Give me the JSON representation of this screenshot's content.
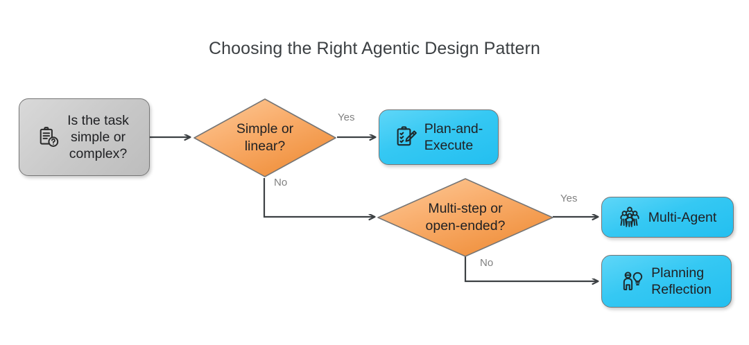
{
  "title": "Choosing the Right Agentic Design Pattern",
  "colors": {
    "decision_fill_light": "#fbc28a",
    "decision_fill_dark": "#f0903c",
    "terminal_fill_light": "#5ed6f8",
    "terminal_fill_dark": "#23bff0",
    "start_fill_light": "#d9d9d9",
    "start_fill_dark": "#bdbdbd",
    "stroke": "#757575",
    "edge": "#3c4043",
    "edge_label": "#808080",
    "text": "#202124",
    "title": "#3c4043"
  },
  "nodes": {
    "start": {
      "id": "start",
      "shape": "rounded-rect",
      "label": "Is the task\nsimple or\ncomplex?",
      "icon": "clipboard-question-icon"
    },
    "decision1": {
      "id": "decision1",
      "shape": "diamond",
      "label": "Simple or\nlinear?"
    },
    "plan_execute": {
      "id": "plan_execute",
      "shape": "rounded-rect",
      "label": "Plan-and-\nExecute",
      "icon": "clipboard-pencil-icon"
    },
    "decision2": {
      "id": "decision2",
      "shape": "diamond",
      "label": "Multi-step or\nopen-ended?"
    },
    "multi_agent": {
      "id": "multi_agent",
      "shape": "rounded-rect",
      "label": "Multi-Agent",
      "icon": "people-group-icon"
    },
    "planning_reflection": {
      "id": "planning_reflection",
      "shape": "rounded-rect",
      "label": "Planning\nReflection",
      "icon": "person-lightbulb-icon"
    }
  },
  "edges": [
    {
      "id": "start-to-decision1",
      "from": "start",
      "to": "decision1",
      "label": ""
    },
    {
      "id": "decision1-yes",
      "from": "decision1",
      "to": "plan_execute",
      "label": "Yes"
    },
    {
      "id": "decision1-no",
      "from": "decision1",
      "to": "decision2",
      "label": "No"
    },
    {
      "id": "decision2-yes",
      "from": "decision2",
      "to": "multi_agent",
      "label": "Yes"
    },
    {
      "id": "decision2-no",
      "from": "decision2",
      "to": "planning_reflection",
      "label": "No"
    }
  ]
}
